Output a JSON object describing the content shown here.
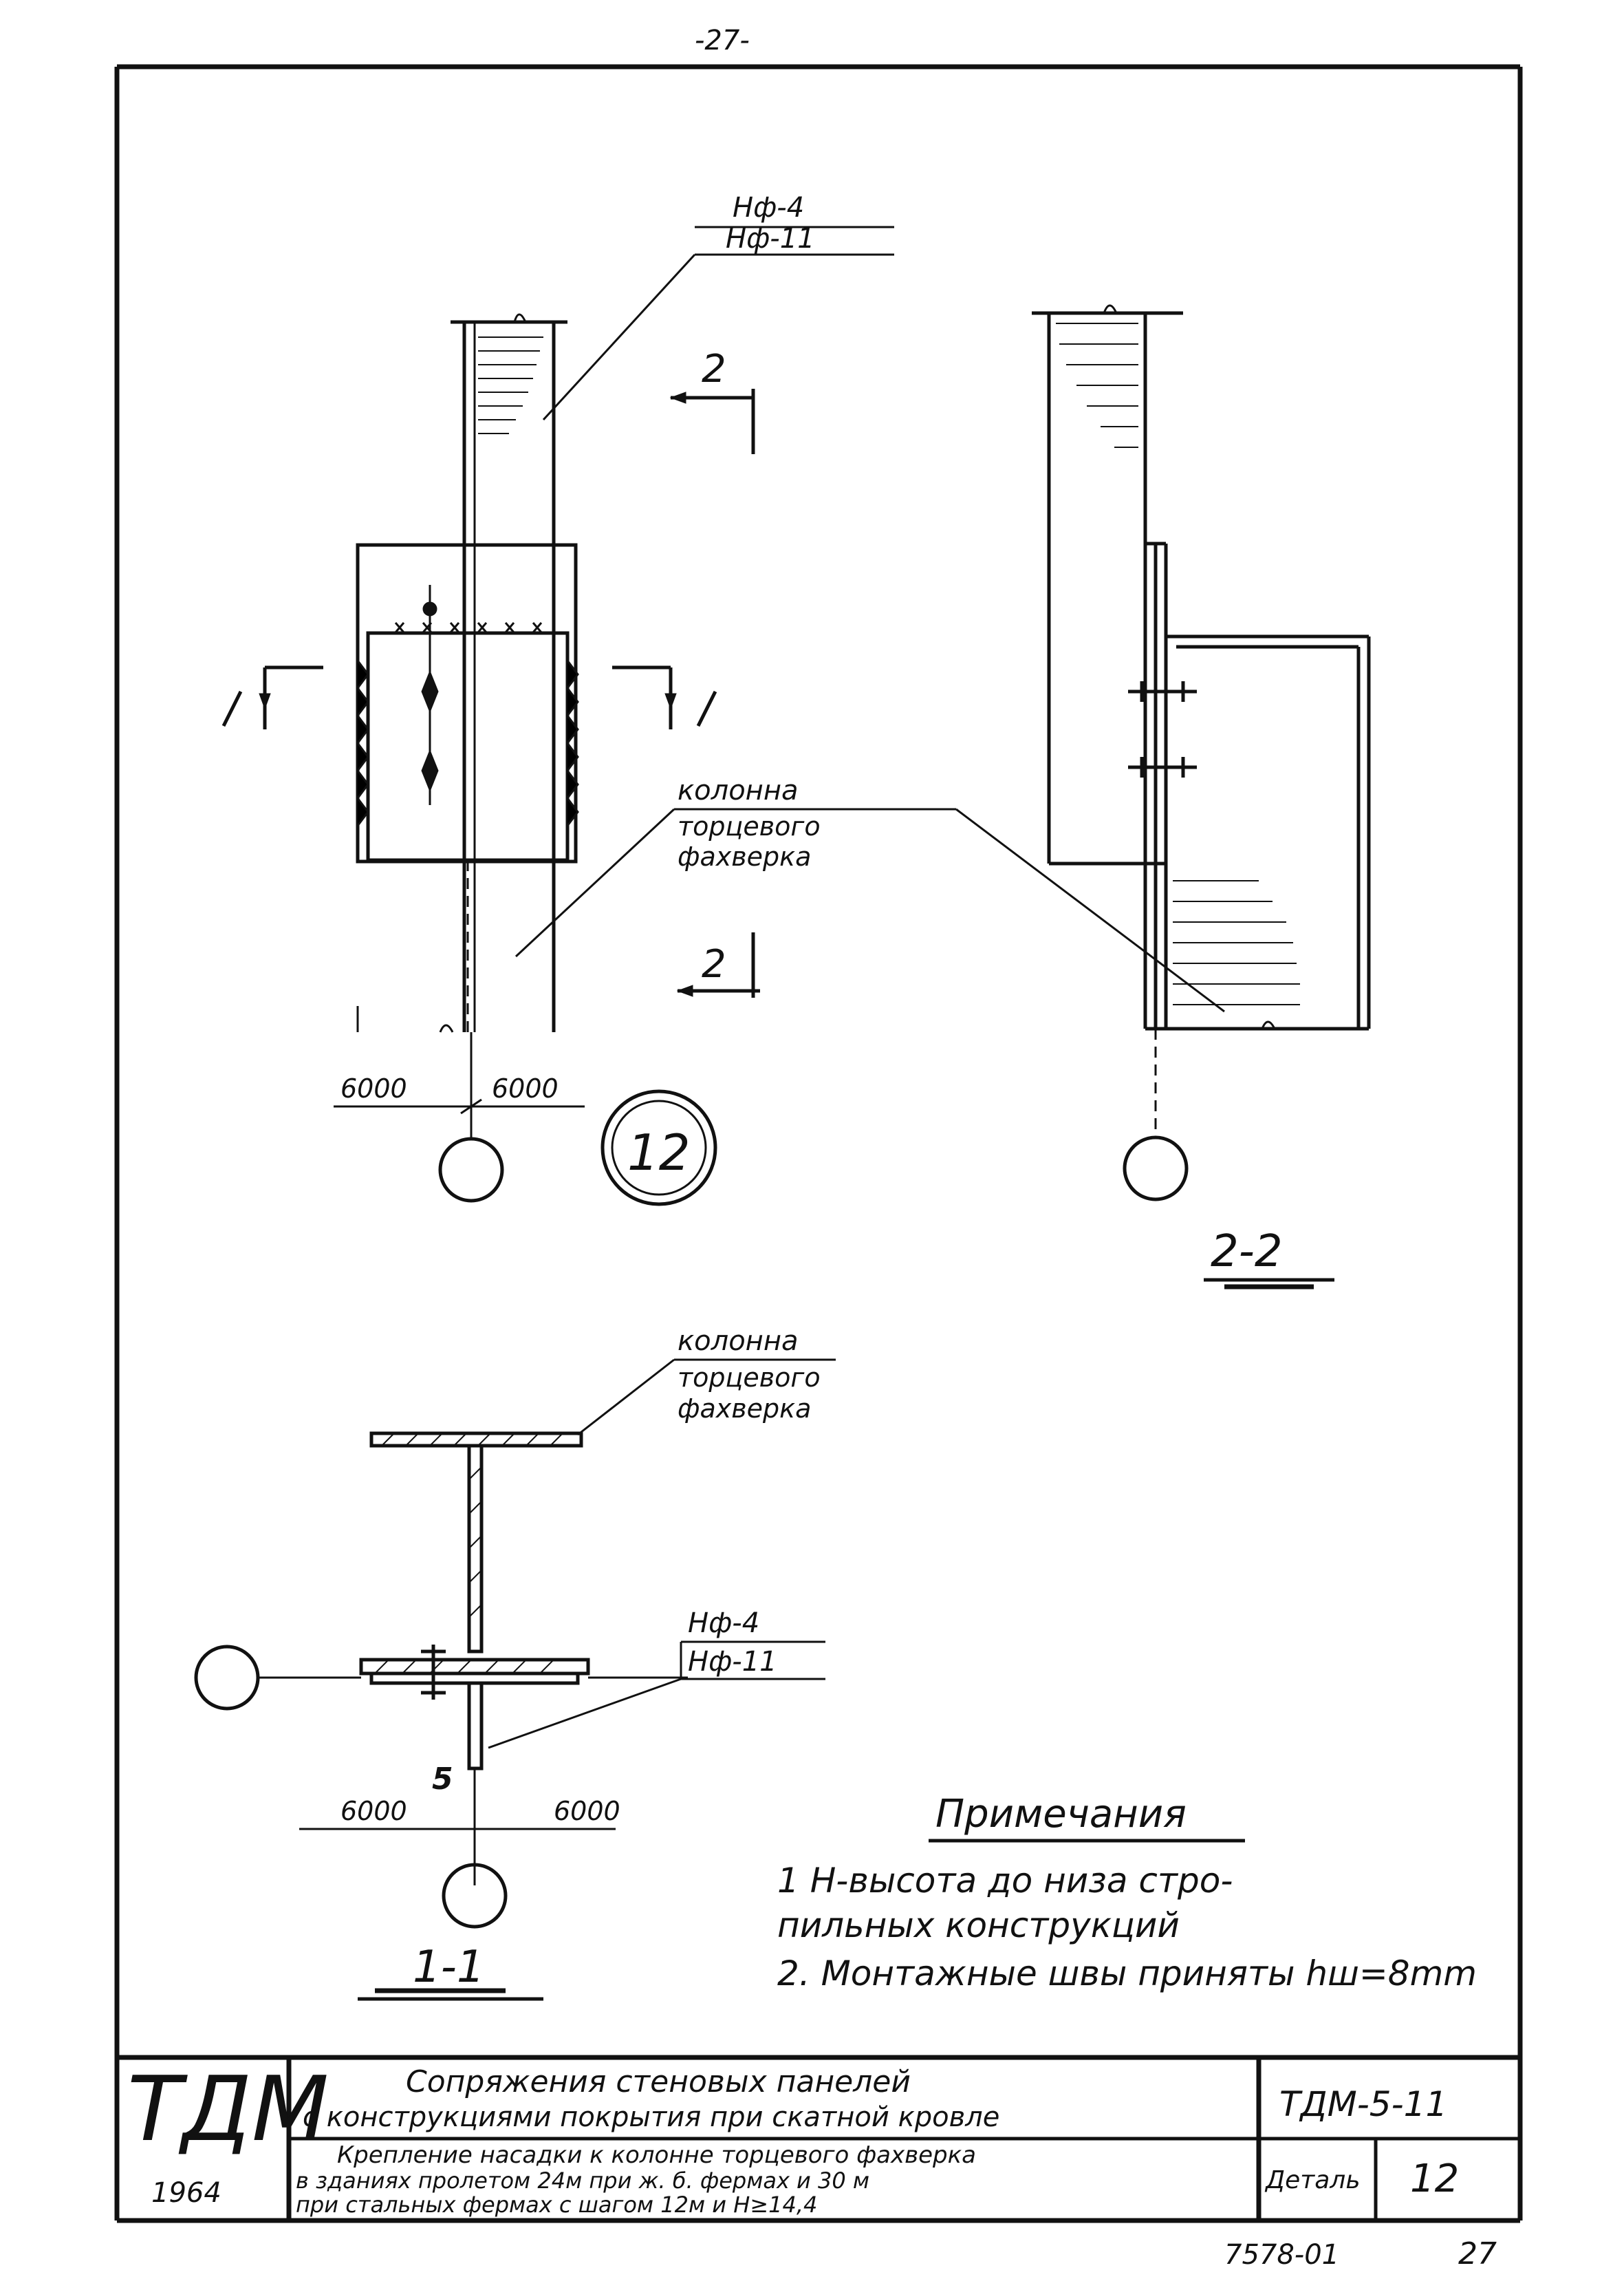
{
  "sheet": {
    "page_number_top": "-27-",
    "footer_code": "7578-01",
    "footer_page": "27"
  },
  "labels": {
    "tag_upper": "Нф-4",
    "tag_lower": "Нф-11",
    "column_caption": [
      "колонна",
      "торцевого",
      "фахверка"
    ],
    "section_mark": "2",
    "section_mark_1": "1",
    "dim_left": "6000",
    "dim_right": "6000",
    "weld_leg": "5",
    "detail_number": "12",
    "section_2_2": "2-2",
    "section_1_1": "1-1"
  },
  "notes": {
    "heading": "Примечания",
    "items": [
      "1  Н-высота до низа стро-",
      "    пильных конструкций",
      "2.  Монтажные швы приняты hш=8mm"
    ]
  },
  "title_block": {
    "logo": "ТДМ",
    "year": "1964",
    "title_line1": "Сопряжения стеновых панелей",
    "title_line2": "с конструкциями покрытия при скатной кровле",
    "series": "ТДМ-5-11",
    "desc_line1": "Крепление насадки к колонне торцевого фахверка",
    "desc_line2": "в зданиях пролетом 24м при ж. б. фермах и 30 м",
    "desc_line3": "при стальных фермах с шагом 12м и Н≥14,4",
    "detail_label": "Деталь",
    "detail_value": "12"
  }
}
